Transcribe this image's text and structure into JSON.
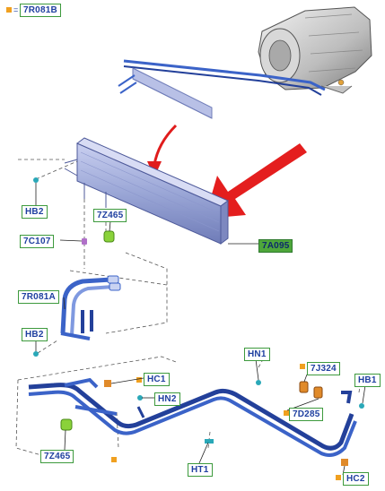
{
  "legend": {
    "symbol_color": "#f0a020",
    "equals": "=",
    "part": "7R081B"
  },
  "labels": {
    "hb2_top": "HB2",
    "z465_top": "7Z465",
    "c107": "7C107",
    "a095": "7A095",
    "r081a": "7R081A",
    "hb2_mid": "HB2",
    "hn1": "HN1",
    "j324": "7J324",
    "hb1": "HB1",
    "hc1": "HC1",
    "hn2": "HN2",
    "d285": "7D285",
    "z465_bottom": "7Z465",
    "ht1": "HT1",
    "hc2": "HC2"
  },
  "colors": {
    "pipe": "#3b63c8",
    "pipe_dark": "#23409a",
    "cooler": "#9aa6d6",
    "arrow_red": "#e01c1c",
    "label_border": "#3d9a3d",
    "label_text": "#1f3fa0",
    "clip_green": "#8ad23a",
    "clip_orange": "#e08a2a",
    "bolt_teal": "#2aa8b8"
  }
}
